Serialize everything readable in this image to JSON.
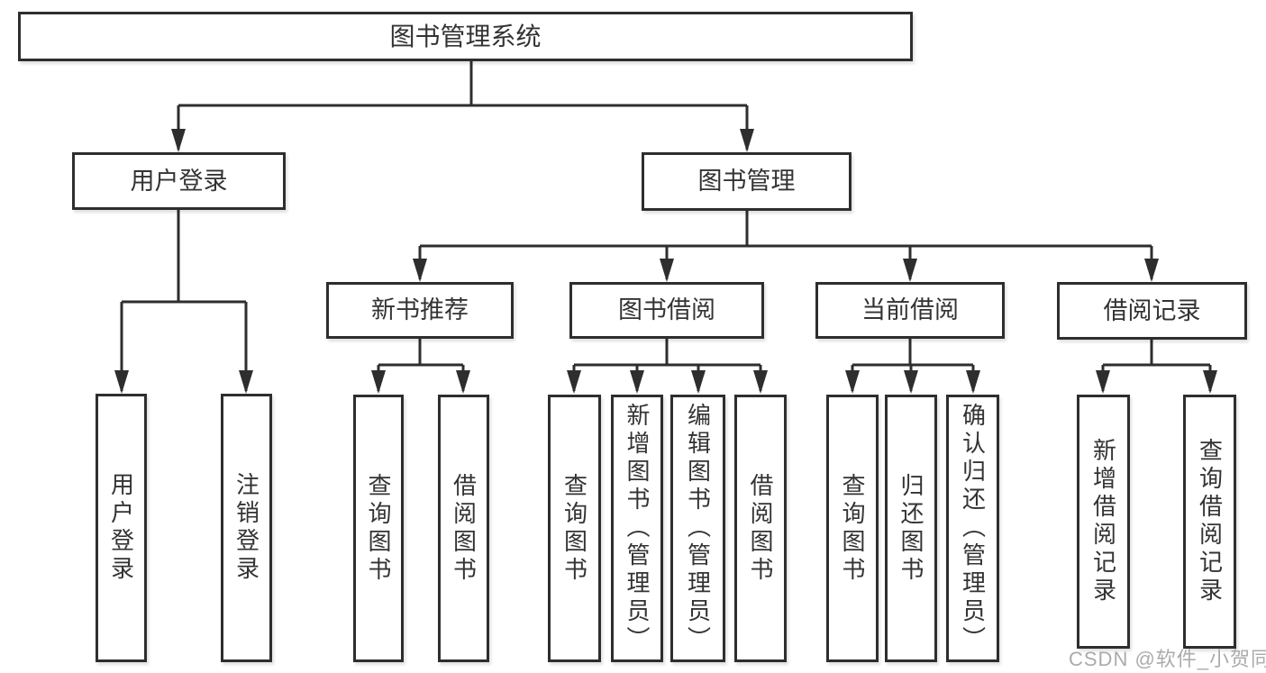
{
  "colors": {
    "line": "#2e2e2e",
    "border": "#2e2e2e",
    "text": "#333333",
    "bg": "#ffffff",
    "watermark": "#ababab"
  },
  "watermark": {
    "text": "CSDN @软件_小贺同学"
  },
  "tree": {
    "label": "图书管理系统",
    "children": [
      {
        "label": "用户登录",
        "children": [
          {
            "label": "用户登录"
          },
          {
            "label": "注销登录"
          }
        ]
      },
      {
        "label": "图书管理",
        "children": [
          {
            "label": "新书推荐",
            "children": [
              {
                "label": "查询图书"
              },
              {
                "label": "借阅图书"
              }
            ]
          },
          {
            "label": "图书借阅",
            "children": [
              {
                "label": "查询图书"
              },
              {
                "label": "新增图书（管理员）"
              },
              {
                "label": "编辑图书（管理员）"
              },
              {
                "label": "借阅图书"
              }
            ]
          },
          {
            "label": "当前借阅",
            "children": [
              {
                "label": "查询图书"
              },
              {
                "label": "归还图书"
              },
              {
                "label": "确认归还（管理员）"
              }
            ]
          },
          {
            "label": "借阅记录",
            "children": [
              {
                "label": "新增借阅记录"
              },
              {
                "label": "查询借阅记录"
              }
            ]
          }
        ]
      }
    ]
  }
}
